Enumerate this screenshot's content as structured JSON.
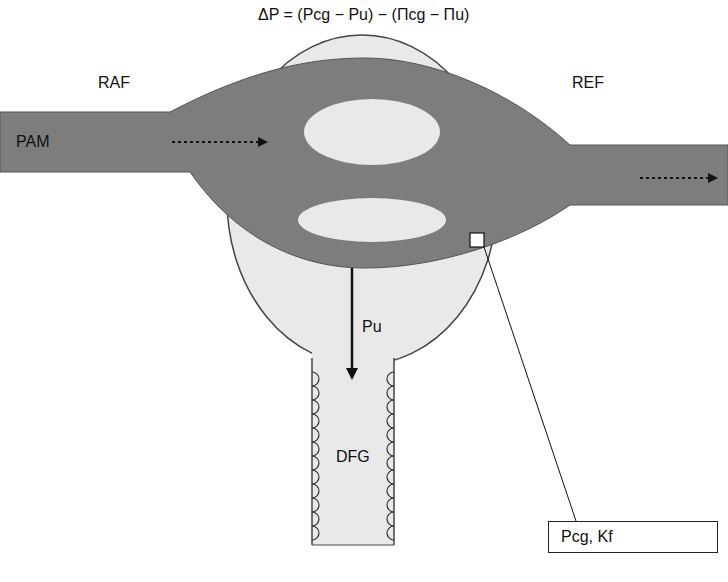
{
  "diagram": {
    "title": "ΔP = (Pcg − Pu) − (Πcg − Πu)",
    "nodes": [
      {
        "text": [
          "Pcg, Kf"
        ]
      }
    ],
    "labels": [
      "RAF",
      "PAM",
      "REF",
      "Pu",
      "DFG"
    ]
  }
}
